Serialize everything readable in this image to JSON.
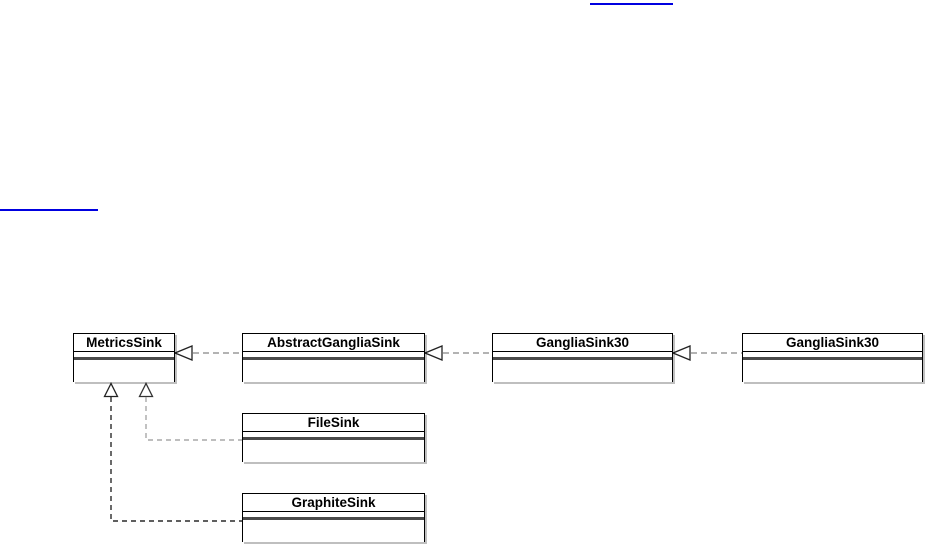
{
  "links": {
    "top_truncated": {
      "text": "",
      "note_color": "#0000e0"
    },
    "left_truncated": {
      "text": "",
      "note_color": "#0000e0"
    }
  },
  "diagram": {
    "classes": [
      {
        "name": "MetricsSink"
      },
      {
        "name": "AbstractGangliaSink"
      },
      {
        "name": "GangliaSink30"
      },
      {
        "name": "GangliaSink30"
      },
      {
        "name": "FileSink"
      },
      {
        "name": "GraphiteSink"
      }
    ],
    "relations": [
      {
        "from": "AbstractGangliaSink",
        "to": "MetricsSink",
        "type": "dashed-hollow-triangle"
      },
      {
        "from": "GangliaSink30",
        "to": "AbstractGangliaSink",
        "type": "dashed-hollow-triangle"
      },
      {
        "from": "GangliaSink30",
        "to": "GangliaSink30",
        "type": "dashed-hollow-triangle"
      },
      {
        "from": "FileSink",
        "to": "MetricsSink",
        "type": "dashed-hollow-triangle"
      },
      {
        "from": "GraphiteSink",
        "to": "MetricsSink",
        "type": "dashed-hollow-triangle"
      }
    ],
    "colors": {
      "edge_gray": "#9a9a9a",
      "edge_dark": "#2a2a2a",
      "box_border": "#000000",
      "link_blue": "#0000e0"
    }
  }
}
